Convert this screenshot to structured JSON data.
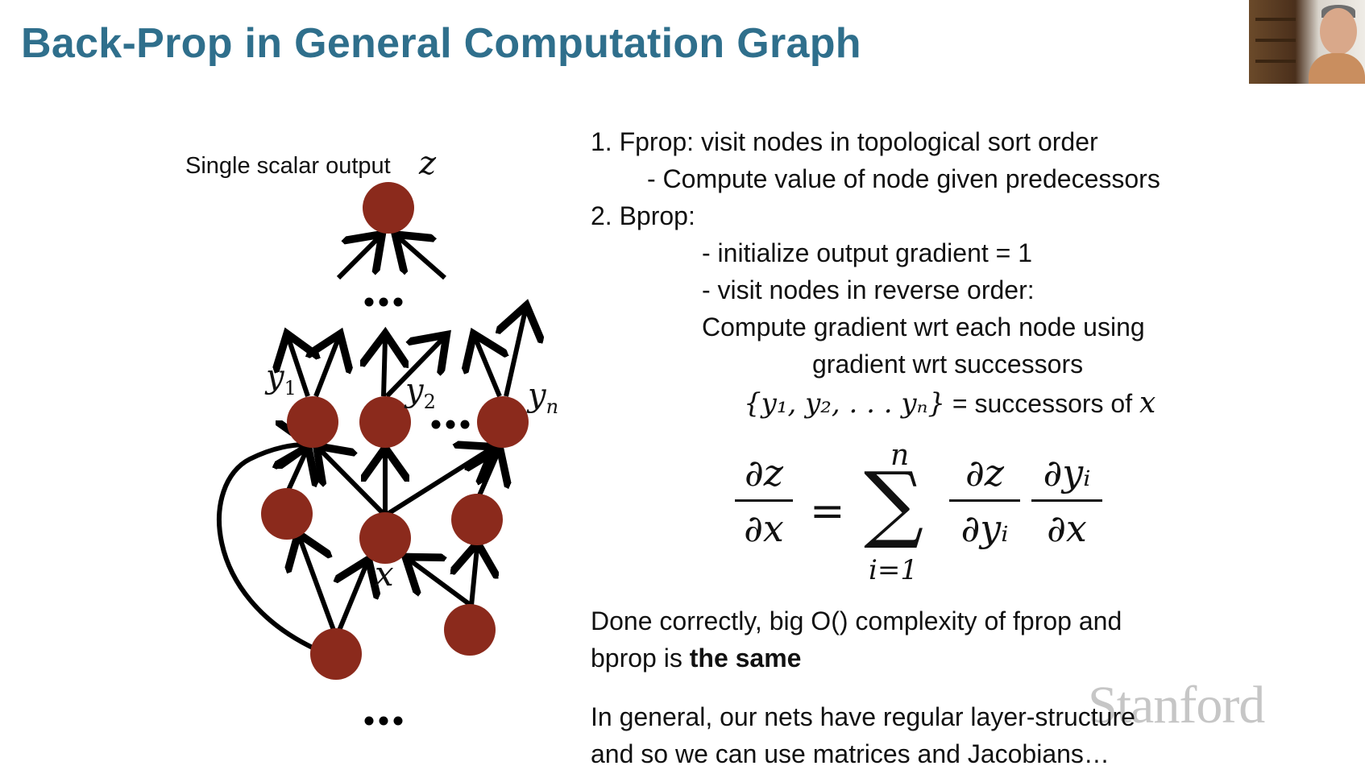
{
  "slide": {
    "title": "Back-Prop in General Computation Graph",
    "watermark": "Stanford"
  },
  "graph": {
    "output_label": "Single scalar output",
    "output_var": "z",
    "dots": [
      "•••",
      "•••",
      "•••"
    ],
    "y1": "y",
    "y1_sub": "1",
    "y2": "y",
    "y2_sub": "2",
    "yn": "y",
    "yn_sub": "n",
    "x": "x",
    "node_color": "#8b2a1c"
  },
  "steps": {
    "s1": "1.   Fprop: visit nodes in topological sort order",
    "s1a": "-    Compute value of node given predecessors",
    "s2": "2.   Bprop:",
    "s2a": "- initialize output gradient = 1",
    "s2b": "- visit nodes in reverse order:",
    "s2c": "Compute gradient wrt each node using",
    "s2d": "gradient wrt successors",
    "succ_set": "{y₁, y₂, . . . yₙ}",
    "succ_text": "= successors of",
    "succ_var": "x"
  },
  "formula": {
    "lhs_num": "∂z",
    "lhs_den": "∂x",
    "equals": "=",
    "sum": "∑",
    "sum_top": "n",
    "sum_bottom": "i=1",
    "f1_num": "∂z",
    "f1_den": "∂yᵢ",
    "f2_num": "∂yᵢ",
    "f2_den": "∂x"
  },
  "notes": {
    "n1_line1": "Done correctly, big O() complexity of fprop and",
    "n1_line2_pre": "bprop is ",
    "n1_line2_bold": "the same",
    "n2_line1": "In general, our nets have regular layer-structure",
    "n2_line2": "and so we can use matrices and Jacobians…"
  }
}
